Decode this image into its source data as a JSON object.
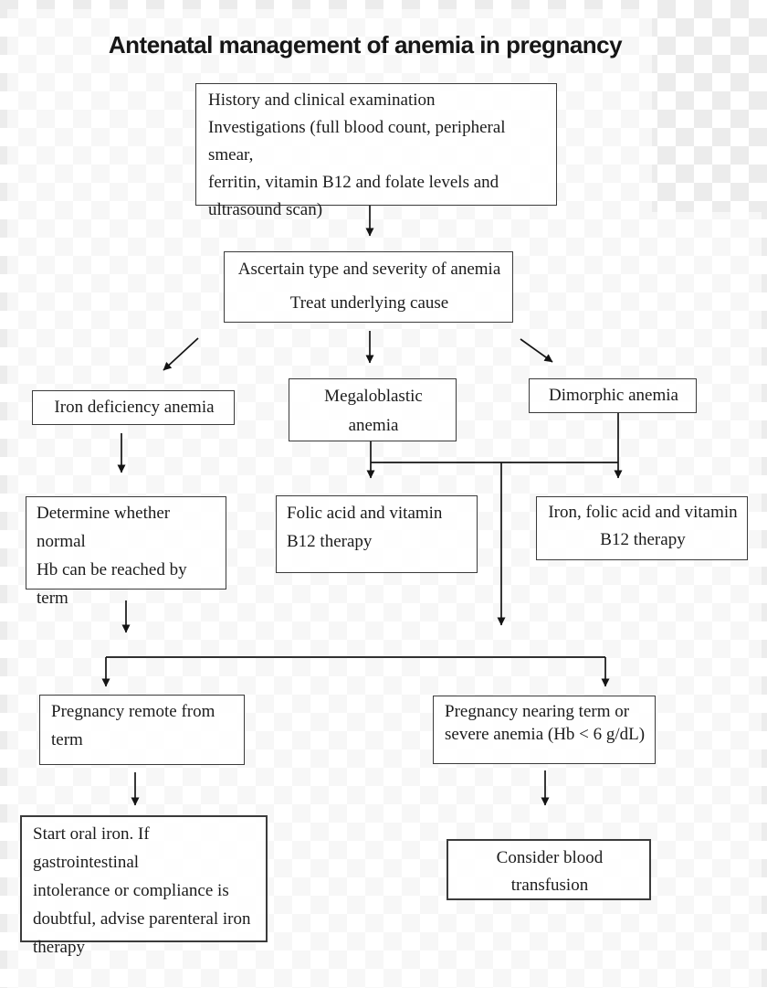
{
  "title": "Antenatal management of anemia in pregnancy",
  "colors": {
    "text": "#1c1c1c",
    "box_border": "#3b3b3b",
    "connector": "#141414",
    "checker_light": "#ffffff",
    "checker_dark": "#ececec"
  },
  "nodes": {
    "history": {
      "lines": [
        "History and clinical examination",
        "Investigations (full blood count, peripheral smear,",
        "ferritin, vitamin B12 and folate levels and",
        "ultrasound scan)"
      ]
    },
    "ascertain": {
      "lines": [
        "Ascertain type and severity of anemia",
        "Treat underlying cause"
      ]
    },
    "iron_def": {
      "lines": [
        "Iron deficiency anemia"
      ]
    },
    "megalo": {
      "lines": [
        "Megaloblastic",
        "anemia"
      ]
    },
    "dimorphic": {
      "lines": [
        "Dimorphic anemia"
      ]
    },
    "determine": {
      "lines": [
        "Determine whether normal",
        "Hb can be reached by term"
      ]
    },
    "folic": {
      "lines": [
        "Folic acid and vitamin",
        "B12 therapy"
      ]
    },
    "iron_folic": {
      "lines": [
        "Iron, folic acid and vitamin",
        "B12 therapy"
      ]
    },
    "preg_remote": {
      "lines": [
        "Pregnancy remote from",
        "term"
      ]
    },
    "preg_near": {
      "lines": [
        "Pregnancy nearing term or",
        "severe anemia (Hb < 6 g/dL)"
      ]
    },
    "start_oral": {
      "lines": [
        "Start oral iron. If gastrointestinal",
        "intolerance or compliance is",
        "doubtful, advise parenteral iron",
        "therapy"
      ]
    },
    "consider": {
      "lines": [
        "Consider blood transfusion"
      ]
    }
  }
}
